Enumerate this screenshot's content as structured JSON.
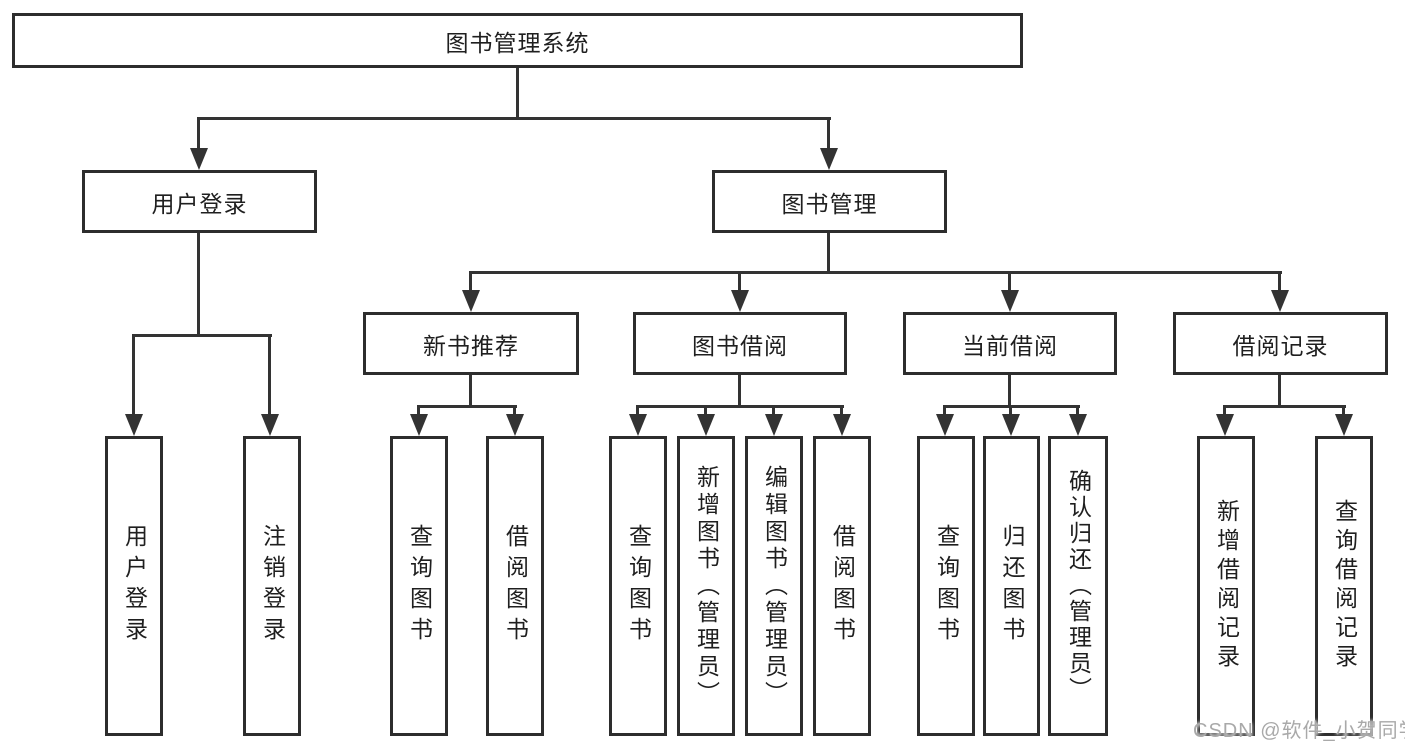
{
  "diagram": {
    "root": {
      "label": "图书管理系统"
    },
    "user_login": {
      "label": "用户登录",
      "children": [
        {
          "label": "用户登录"
        },
        {
          "label": "注销登录"
        }
      ]
    },
    "book_mgmt": {
      "label": "图书管理",
      "sections": [
        {
          "label": "新书推荐",
          "children": [
            {
              "label": "查询图书"
            },
            {
              "label": "借阅图书"
            }
          ]
        },
        {
          "label": "图书借阅",
          "children": [
            {
              "label": "查询图书"
            },
            {
              "label": "新增图书（管理员）"
            },
            {
              "label": "编辑图书（管理员）"
            },
            {
              "label": "借阅图书"
            }
          ]
        },
        {
          "label": "当前借阅",
          "children": [
            {
              "label": "查询图书"
            },
            {
              "label": "归还图书"
            },
            {
              "label": "确认归还（管理员）"
            }
          ]
        },
        {
          "label": "借阅记录",
          "children": [
            {
              "label": "新增借阅记录"
            },
            {
              "label": "查询借阅记录"
            }
          ]
        }
      ]
    }
  },
  "watermark": {
    "text": "CSDN @软件_小贺同学"
  },
  "colors": {
    "line": "#333333",
    "border": "#2d2d2d",
    "text": "#1f1f1f",
    "background": "#ffffff",
    "watermark": "#a9a9a9"
  }
}
